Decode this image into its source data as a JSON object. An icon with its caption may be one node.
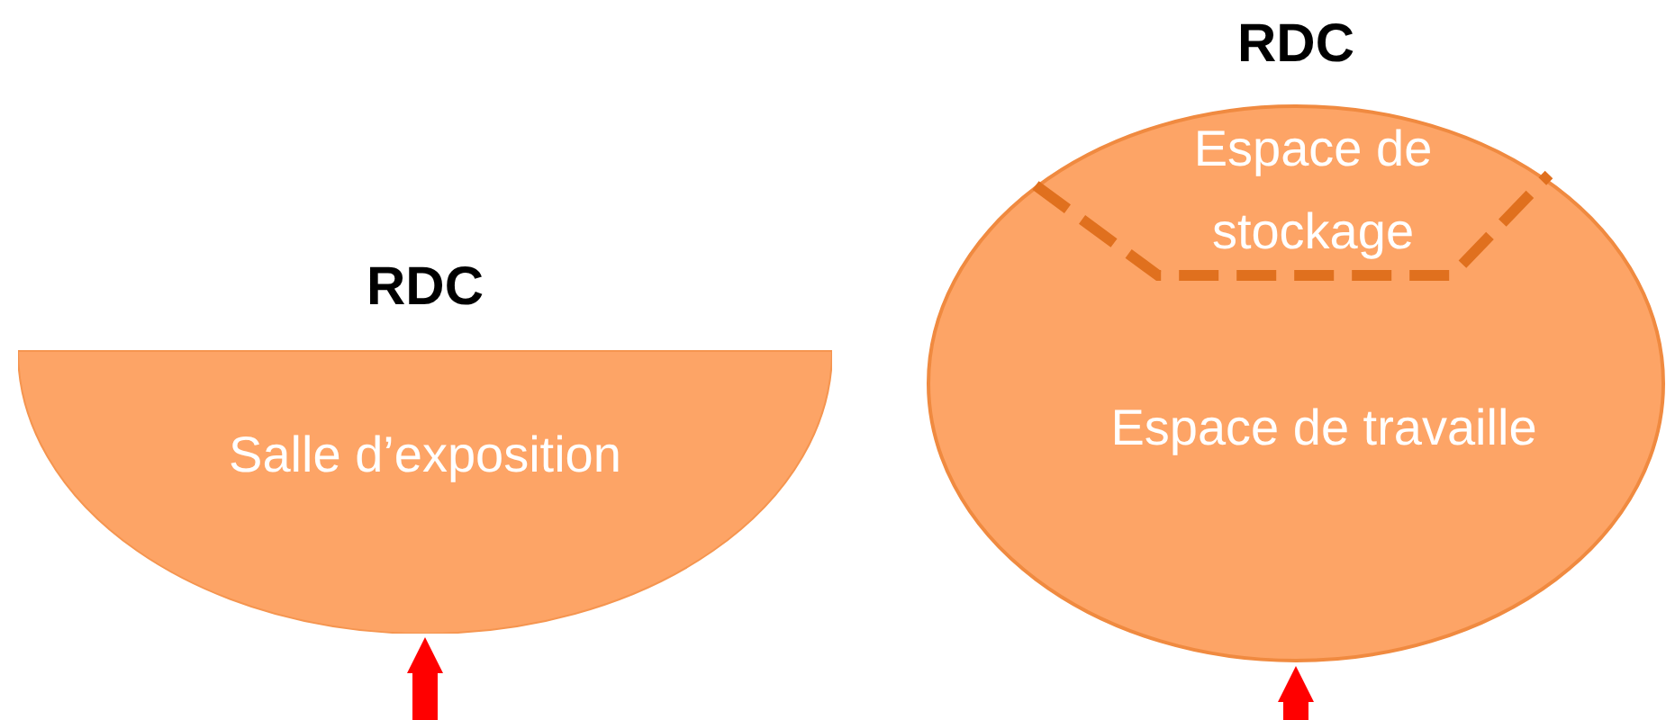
{
  "diagram": {
    "nodes": [
      {
        "text": [
          "RDC",
          "Salle d’exposition"
        ]
      },
      {
        "text": [
          "RDC"
        ]
      },
      {
        "text": [
          "Espace de stockage"
        ],
        "in": 1
      },
      {
        "text": [
          "Espace de travaille"
        ],
        "in": 1
      }
    ],
    "edges": [
      {
        "from": null,
        "to": 0,
        "arrow": "to"
      },
      {
        "from": null,
        "to": 1,
        "arrow": "to"
      }
    ]
  }
}
